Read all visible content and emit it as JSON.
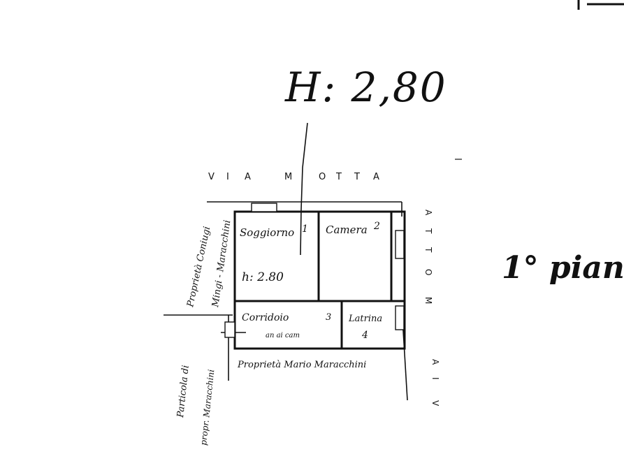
{
  "header": {
    "height_note": "H: 2,80",
    "floor_label": "1° pian"
  },
  "streets": {
    "top": [
      "V",
      "I",
      "A",
      "M",
      "O",
      "T",
      "T",
      "A"
    ],
    "right": [
      "A",
      "T",
      "T",
      "O",
      "M",
      "A",
      "I",
      "V"
    ]
  },
  "rooms": [
    {
      "name": "Soggiorno",
      "number": "1",
      "note": "h: 2.80"
    },
    {
      "name": "Camera",
      "number": "2",
      "note": ""
    },
    {
      "name": "Corridoio",
      "number": "3",
      "note": "an ai cam"
    },
    {
      "name": "Latrina",
      "number": "4",
      "note": ""
    }
  ],
  "neighbors": {
    "left_upper_line1": "Proprietà Coniugi",
    "left_upper_line2": "Mingi - Maracchini",
    "left_lower_line1": "Particola di",
    "left_lower_line2": "propr. Maracchini",
    "bottom": "Proprietà Mario Maracchini"
  }
}
